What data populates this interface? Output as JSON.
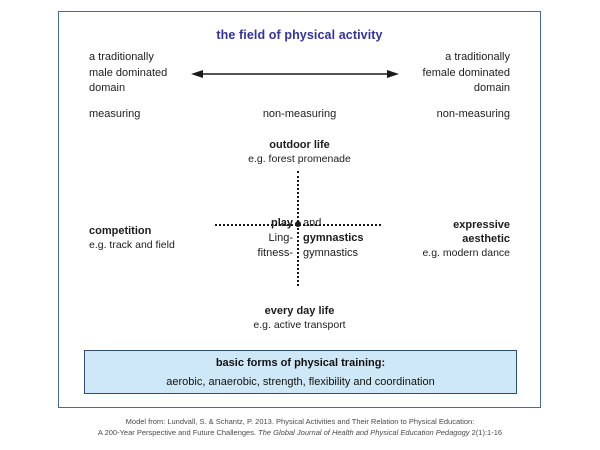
{
  "diagram": {
    "title": "the field of physical activity",
    "poles": {
      "left": "a traditionally\nmale dominated\ndomain",
      "left_line1": "a traditionally",
      "left_line2": "male dominated",
      "left_line3": "domain",
      "right_line1": "a traditionally",
      "right_line2": "female dominated",
      "right_line3": "domain"
    },
    "axis_arrow": {
      "icon": "double-headed-horizontal-arrow",
      "color": "#1a1a1a"
    },
    "measuring_row": {
      "left": "measuring",
      "center": "non-measuring",
      "right": "non-measuring"
    },
    "nodes": {
      "top": {
        "title": "outdoor life",
        "example": "e.g. forest promenade"
      },
      "bottom": {
        "title": "every day life",
        "example": "e.g. active transport"
      },
      "left": {
        "title": "competition",
        "example": "e.g. track and field"
      },
      "right": {
        "title_line1": "expressive",
        "title_line2": "aesthetic",
        "example": "e.g. modern dance"
      }
    },
    "center": {
      "left_lines": [
        {
          "text": "play",
          "bold": true
        },
        {
          "text": "Ling-",
          "bold": false
        },
        {
          "text": "fitness-",
          "bold": false
        }
      ],
      "right_lines": [
        {
          "text": "and",
          "bold": false
        },
        {
          "text": "gymnastics",
          "bold": true
        },
        {
          "text": "gymnastics",
          "bold": false
        }
      ]
    },
    "basic_forms": {
      "title": "basic forms of physical training:",
      "body": "aerobic, anaerobic, strength, flexibility and coordination",
      "background_color": "#cfe8f7",
      "border_color": "#2f4f6f"
    },
    "frame_color": "#4a6b91",
    "title_color": "#33339a"
  },
  "citation": {
    "line1": "Model from: Lundvall, S. & Schantz, P. 2013. Physical Activities and Their Relation to Physical Education:",
    "line2_plain_a": "A 200-Year Perspective and Future Challenges. ",
    "line2_italic": "The Global Journal of Health and Physical Education Pedagogy",
    "line2_plain_b": " 2(1):1-16"
  }
}
